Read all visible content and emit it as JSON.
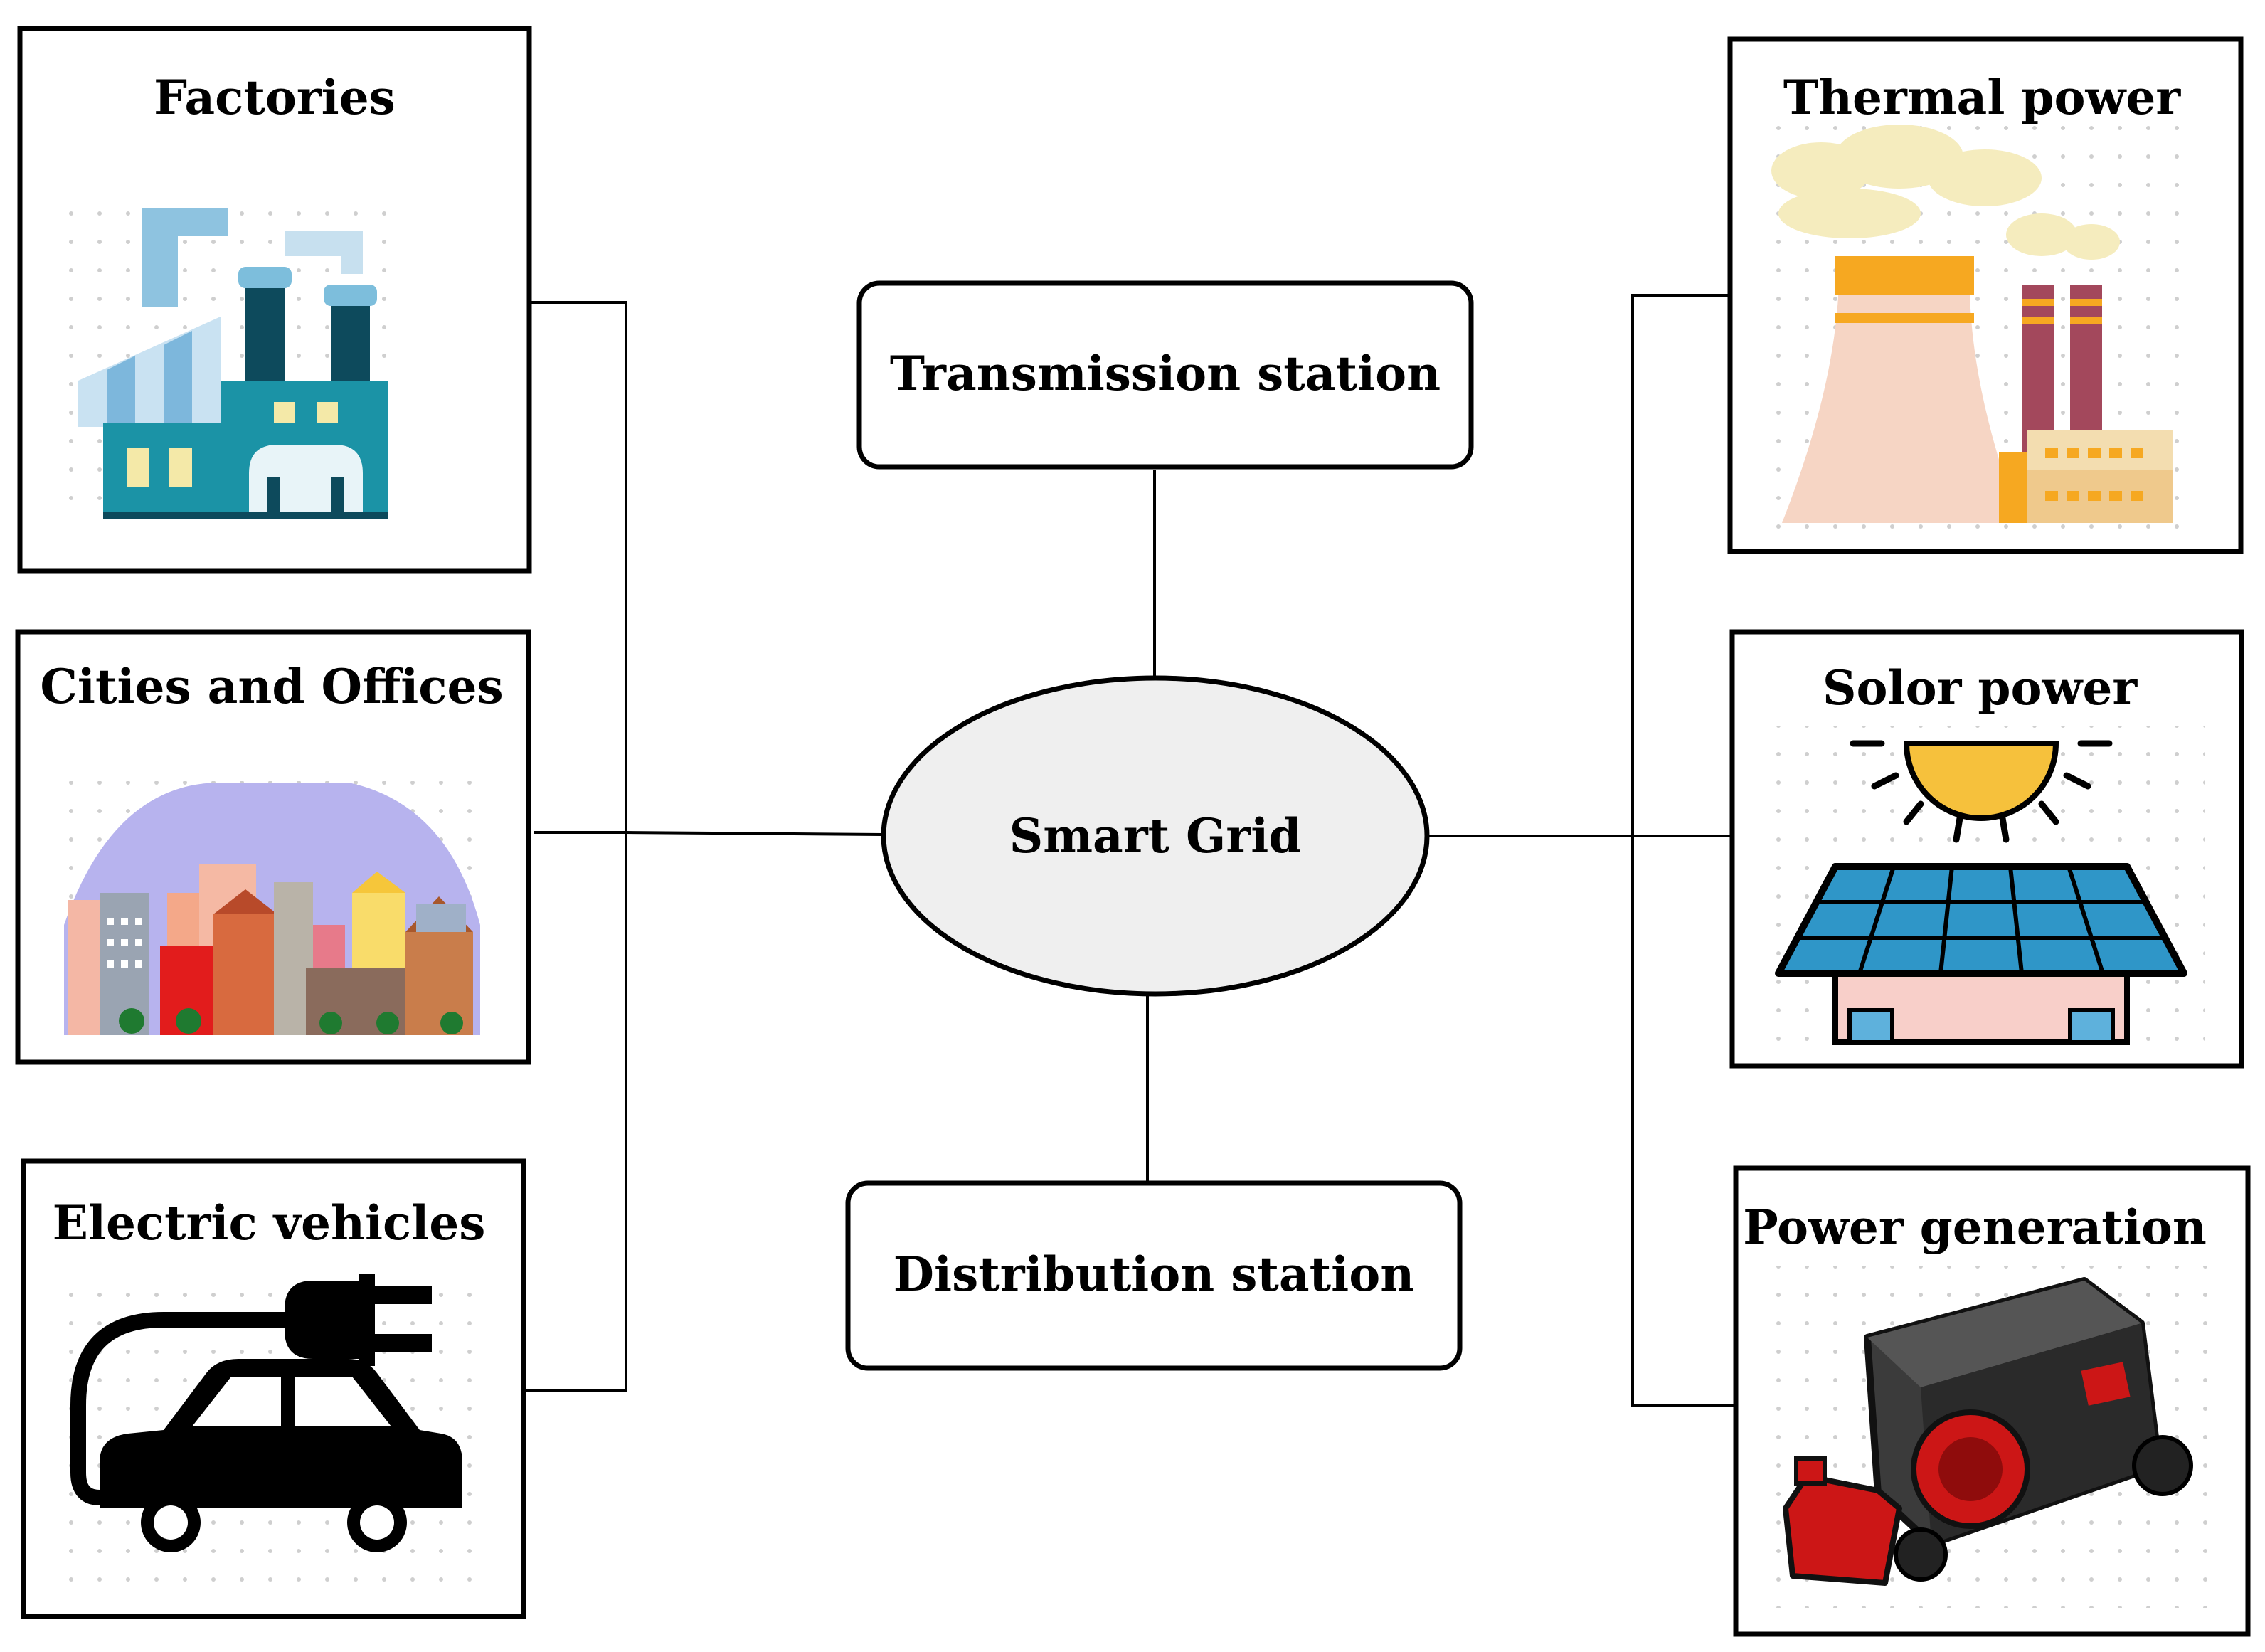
{
  "center": {
    "label": "Smart Grid"
  },
  "top_node": {
    "label": "Transmission station"
  },
  "bottom_node": {
    "label": "Distribution station"
  },
  "consumers": [
    {
      "label": "Factories",
      "icon": "factory-icon"
    },
    {
      "label": "Cities and Offices",
      "icon": "city-skyline-icon"
    },
    {
      "label": "Electric vehicles",
      "icon": "electric-car-plug-icon"
    }
  ],
  "producers": [
    {
      "label": "Thermal power",
      "icon": "thermal-plant-icon"
    },
    {
      "label": "Solor power",
      "icon": "solar-panel-house-icon"
    },
    {
      "label": "Power generation",
      "icon": "generator-icon"
    }
  ],
  "colors": {
    "ellipse_fill": "#efefef",
    "stroke": "#000000",
    "factory_teal": "#1b93a6",
    "factory_dark": "#0d4a5c",
    "city_sky": "#b7b3ee",
    "thermal_tower": "#f6d5c4",
    "thermal_orange": "#f6a821",
    "chimney": "#a3485c",
    "sun": "#f6c13c",
    "panel_blue": "#2f96c8",
    "house_pink": "#f8cfc9",
    "generator_red": "#cc1616"
  }
}
